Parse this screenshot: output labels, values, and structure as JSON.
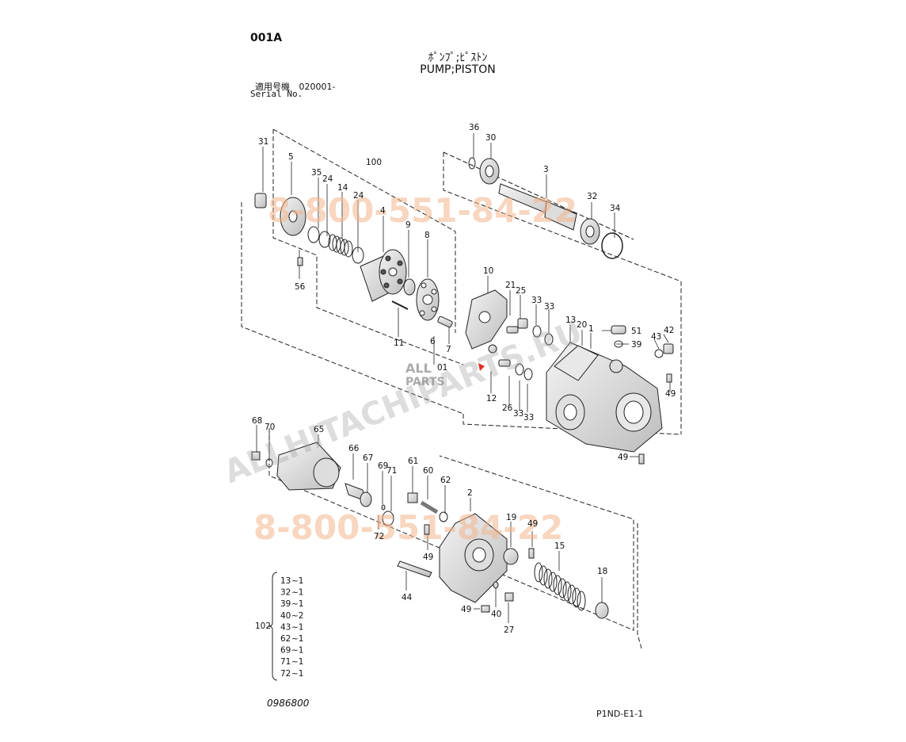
{
  "header": {
    "page_code": "001A",
    "title_jp": "ﾎﾟﾝﾌﾟ;ﾋﾟｽﾄﾝ",
    "title_en": "PUMP;PISTON",
    "serial_label_jp": "適用号機",
    "serial_value": "020001-",
    "serial_label_en": "Serial No."
  },
  "footer": {
    "doc_number": "0986800",
    "sheet_code": "P1ND-E1-1"
  },
  "watermarks": {
    "phone": "8-800-551-84-22",
    "site": "ALLHITACHIPARTS.RU",
    "logo_top": "ALL",
    "logo_bottom": "PARTS"
  },
  "callouts": [
    {
      "id": "c31",
      "label": "31"
    },
    {
      "id": "c5",
      "label": "5"
    },
    {
      "id": "c100",
      "label": "100"
    },
    {
      "id": "c35",
      "label": "35"
    },
    {
      "id": "c24a",
      "label": "24"
    },
    {
      "id": "c14",
      "label": "14"
    },
    {
      "id": "c24b",
      "label": "24"
    },
    {
      "id": "c4",
      "label": "4"
    },
    {
      "id": "c9",
      "label": "9"
    },
    {
      "id": "c8",
      "label": "8"
    },
    {
      "id": "c56",
      "label": "56"
    },
    {
      "id": "c11",
      "label": "11"
    },
    {
      "id": "c6",
      "label": "6"
    },
    {
      "id": "c7",
      "label": "7"
    },
    {
      "id": "c01",
      "label": "01"
    },
    {
      "id": "c36",
      "label": "36"
    },
    {
      "id": "c30",
      "label": "30"
    },
    {
      "id": "c3",
      "label": "3"
    },
    {
      "id": "c32",
      "label": "32"
    },
    {
      "id": "c34",
      "label": "34"
    },
    {
      "id": "c10",
      "label": "10"
    },
    {
      "id": "c21",
      "label": "21"
    },
    {
      "id": "c25",
      "label": "25"
    },
    {
      "id": "c33a",
      "label": "33"
    },
    {
      "id": "c33b",
      "label": "33"
    },
    {
      "id": "c13",
      "label": "13"
    },
    {
      "id": "c20",
      "label": "20"
    },
    {
      "id": "c1",
      "label": "1"
    },
    {
      "id": "c51",
      "label": "51"
    },
    {
      "id": "c42",
      "label": "42"
    },
    {
      "id": "c43",
      "label": "43"
    },
    {
      "id": "c39",
      "label": "39"
    },
    {
      "id": "c49a",
      "label": "49"
    },
    {
      "id": "c12",
      "label": "12"
    },
    {
      "id": "c26",
      "label": "26"
    },
    {
      "id": "c33c",
      "label": "33"
    },
    {
      "id": "c33d",
      "label": "33"
    },
    {
      "id": "c49b",
      "label": "49"
    },
    {
      "id": "c68",
      "label": "68"
    },
    {
      "id": "c70",
      "label": "70"
    },
    {
      "id": "c65",
      "label": "65"
    },
    {
      "id": "c66",
      "label": "66"
    },
    {
      "id": "c67",
      "label": "67"
    },
    {
      "id": "c69",
      "label": "69"
    },
    {
      "id": "c71",
      "label": "71"
    },
    {
      "id": "c61",
      "label": "61"
    },
    {
      "id": "c60",
      "label": "60"
    },
    {
      "id": "c62",
      "label": "62"
    },
    {
      "id": "c2",
      "label": "2"
    },
    {
      "id": "c72",
      "label": "72"
    },
    {
      "id": "c49c",
      "label": "49"
    },
    {
      "id": "c19",
      "label": "19"
    },
    {
      "id": "c49d",
      "label": "49"
    },
    {
      "id": "c15",
      "label": "15"
    },
    {
      "id": "c18",
      "label": "18"
    },
    {
      "id": "c44",
      "label": "44"
    },
    {
      "id": "c49e",
      "label": "49"
    },
    {
      "id": "c40",
      "label": "40"
    },
    {
      "id": "c27",
      "label": "27"
    }
  ],
  "kit": {
    "number": "102",
    "items": [
      {
        "part": "13",
        "qty": "~1"
      },
      {
        "part": "32",
        "qty": "~1"
      },
      {
        "part": "39",
        "qty": "~1"
      },
      {
        "part": "40",
        "qty": "~2"
      },
      {
        "part": "43",
        "qty": "~1"
      },
      {
        "part": "62",
        "qty": "~1"
      },
      {
        "part": "69",
        "qty": "~1"
      },
      {
        "part": "71",
        "qty": "~1"
      },
      {
        "part": "72",
        "qty": "~1"
      }
    ]
  }
}
